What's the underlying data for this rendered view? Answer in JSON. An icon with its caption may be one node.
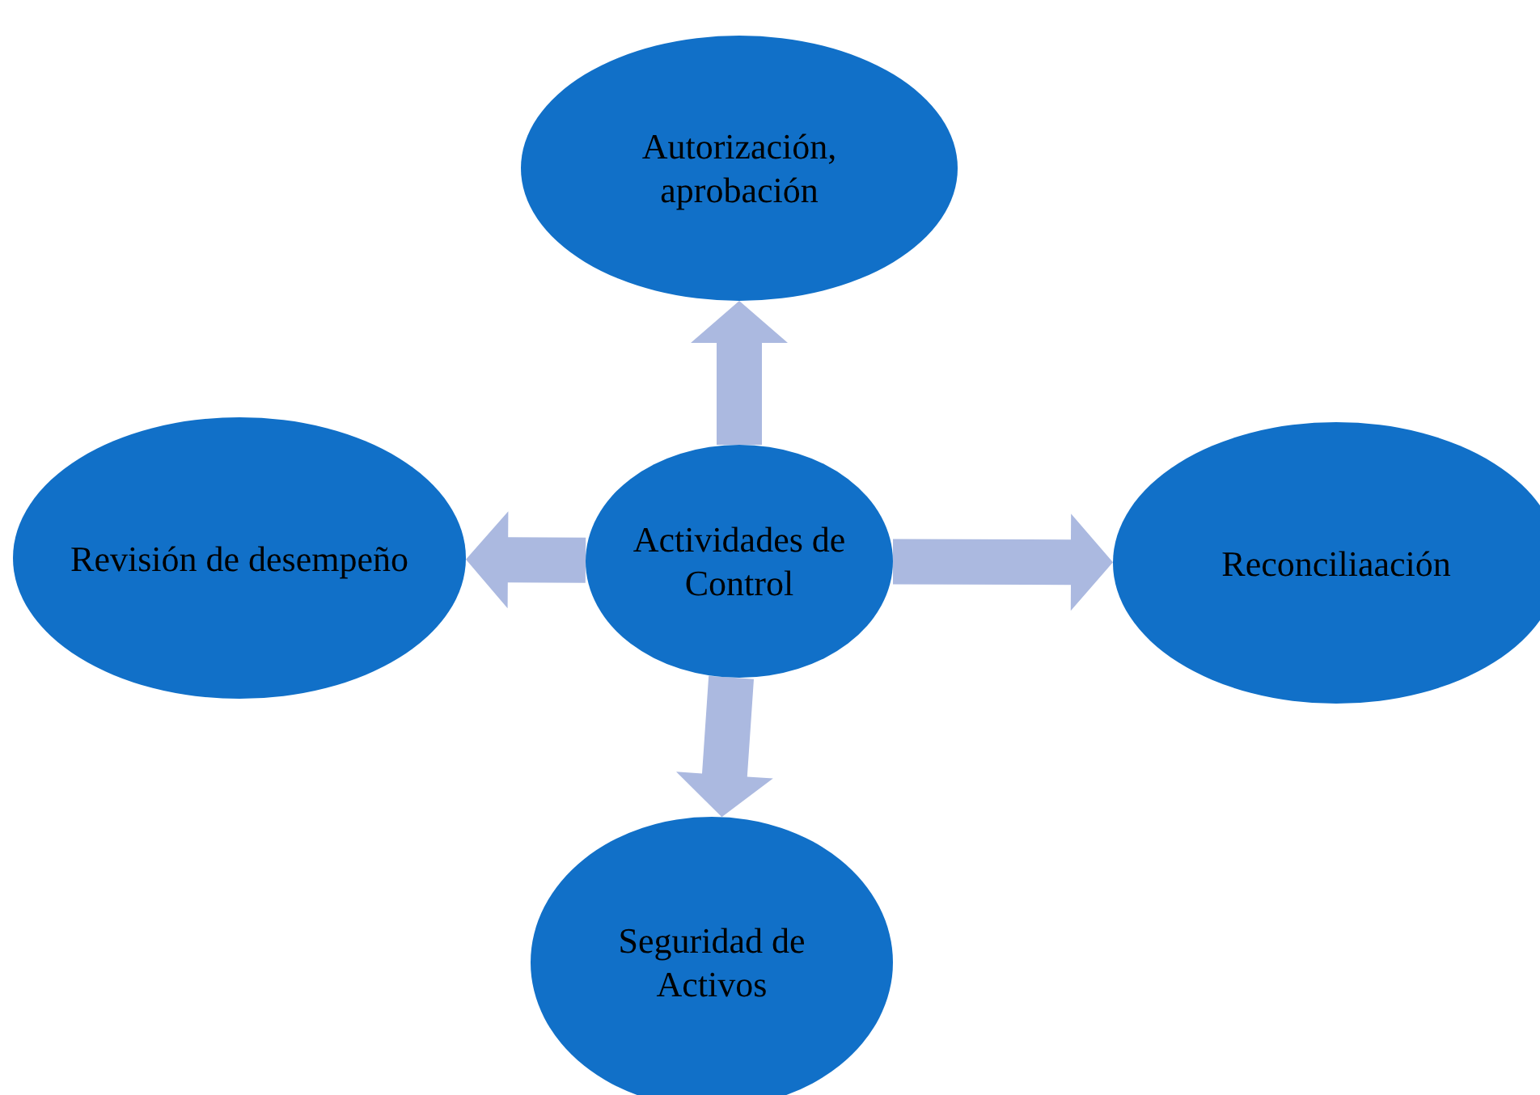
{
  "diagram": {
    "nodes": [
      {
        "text": [
          "Actividades de Control"
        ]
      },
      {
        "text": [
          "Autorización, aprobación"
        ]
      },
      {
        "text": [
          "Revisión de desempeño"
        ]
      },
      {
        "text": [
          "Reconciliaación"
        ]
      },
      {
        "text": [
          "Seguridad de Activos"
        ]
      }
    ],
    "edges": [
      {
        "from": 0,
        "to": 1,
        "arrow": "to"
      },
      {
        "from": 0,
        "to": 2,
        "arrow": "to"
      },
      {
        "from": 0,
        "to": 3,
        "arrow": "to"
      },
      {
        "from": 0,
        "to": 4,
        "arrow": "to"
      }
    ]
  }
}
